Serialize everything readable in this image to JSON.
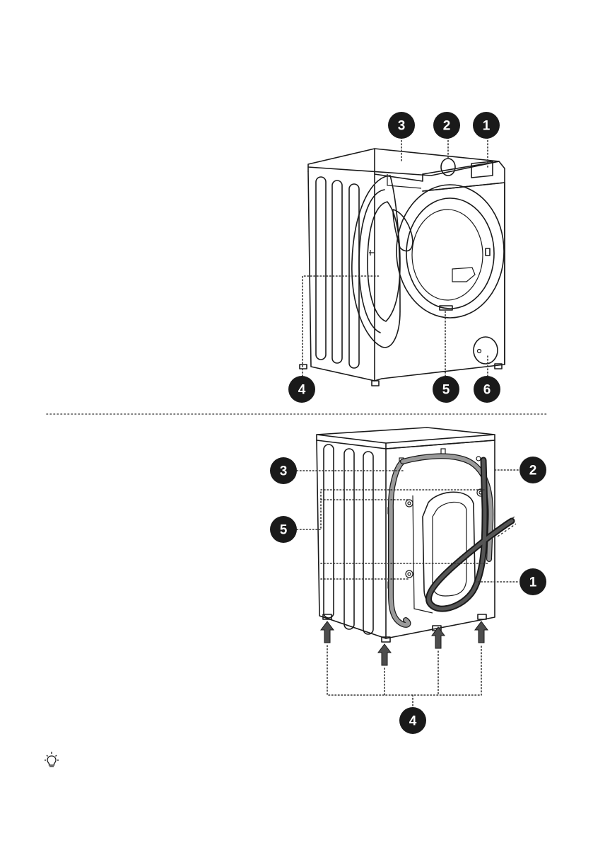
{
  "colors": {
    "badge": "#1a1a1a",
    "arrow": "#4d4d4d",
    "hose": "#777777",
    "drain_hose": "#3a3a3a"
  },
  "front_view": {
    "callouts": {
      "c1": "1",
      "c2": "2",
      "c3": "3",
      "c4": "4",
      "c5": "5",
      "c6": "6"
    }
  },
  "rear_view": {
    "callouts": {
      "c1": "1",
      "c2": "2",
      "c3": "3",
      "c4": "4",
      "c5": "5"
    }
  },
  "tip_icon": "lightbulb-icon"
}
